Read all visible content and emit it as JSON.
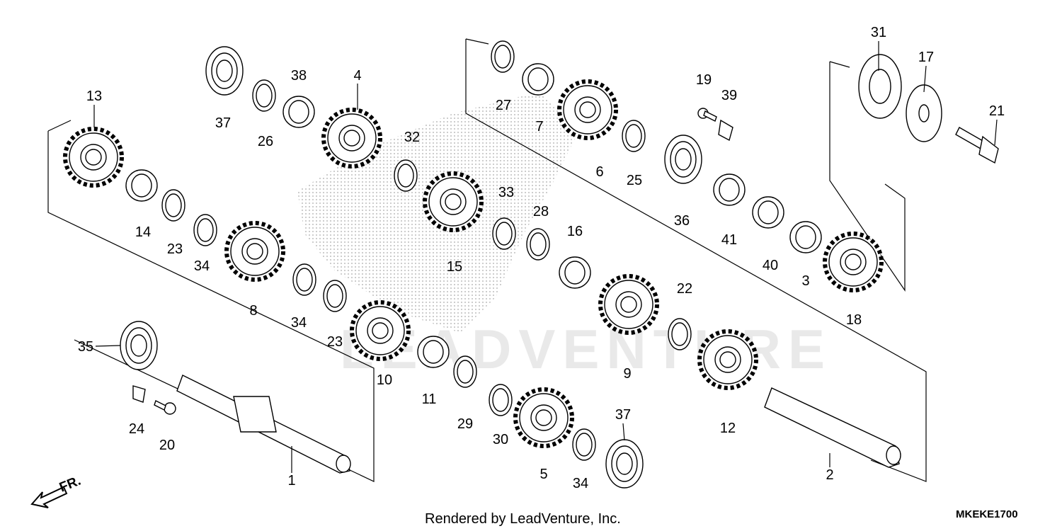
{
  "footer": {
    "credit": "Rendered by LeadVenture, Inc.",
    "diagram_code": "MKEKE1700"
  },
  "direction_marker": {
    "text": "FR."
  },
  "watermark": {
    "text": "LEADVENTURE"
  },
  "callouts": [
    {
      "id": "c1",
      "text": "1"
    },
    {
      "id": "c2",
      "text": "2"
    },
    {
      "id": "c3",
      "text": "3"
    },
    {
      "id": "c4",
      "text": "4"
    },
    {
      "id": "c5",
      "text": "5"
    },
    {
      "id": "c6",
      "text": "6"
    },
    {
      "id": "c7",
      "text": "7"
    },
    {
      "id": "c8",
      "text": "8"
    },
    {
      "id": "c9",
      "text": "9"
    },
    {
      "id": "c10",
      "text": "10"
    },
    {
      "id": "c11",
      "text": "11"
    },
    {
      "id": "c12",
      "text": "12"
    },
    {
      "id": "c13",
      "text": "13"
    },
    {
      "id": "c14",
      "text": "14"
    },
    {
      "id": "c15",
      "text": "15"
    },
    {
      "id": "c16",
      "text": "16"
    },
    {
      "id": "c17",
      "text": "17"
    },
    {
      "id": "c18",
      "text": "18"
    },
    {
      "id": "c19",
      "text": "19"
    },
    {
      "id": "c20",
      "text": "20"
    },
    {
      "id": "c21",
      "text": "21"
    },
    {
      "id": "c22",
      "text": "22"
    },
    {
      "id": "c23a",
      "text": "23"
    },
    {
      "id": "c23b",
      "text": "23"
    },
    {
      "id": "c24",
      "text": "24"
    },
    {
      "id": "c25",
      "text": "25"
    },
    {
      "id": "c26",
      "text": "26"
    },
    {
      "id": "c27",
      "text": "27"
    },
    {
      "id": "c28",
      "text": "28"
    },
    {
      "id": "c29",
      "text": "29"
    },
    {
      "id": "c30",
      "text": "30"
    },
    {
      "id": "c31",
      "text": "31"
    },
    {
      "id": "c32",
      "text": "32"
    },
    {
      "id": "c33",
      "text": "33"
    },
    {
      "id": "c34a",
      "text": "34"
    },
    {
      "id": "c34b",
      "text": "34"
    },
    {
      "id": "c34c",
      "text": "34"
    },
    {
      "id": "c35",
      "text": "35"
    },
    {
      "id": "c36",
      "text": "36"
    },
    {
      "id": "c37a",
      "text": "37"
    },
    {
      "id": "c37b",
      "text": "37"
    },
    {
      "id": "c38",
      "text": "38"
    },
    {
      "id": "c39",
      "text": "39"
    },
    {
      "id": "c40",
      "text": "40"
    },
    {
      "id": "c41",
      "text": "41"
    }
  ]
}
